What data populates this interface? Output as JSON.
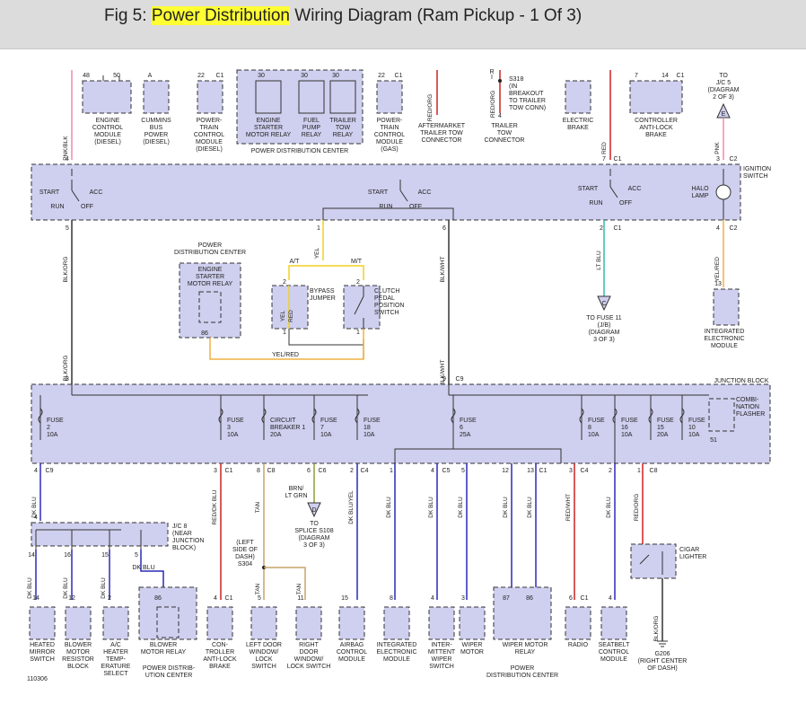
{
  "header": {
    "title_prefix": "Fig 5: ",
    "title_highlight": "Power Distribution",
    "title_suffix": " Wiring Diagram (Ram Pickup - 1 Of 3)"
  },
  "colors": {
    "fill": "#cfcfef",
    "red": "#cc2222",
    "pink": "#f28aa6",
    "yellow": "#f0d020",
    "blue": "#2a2ab8",
    "tan": "#c9a46a",
    "olive": "#8aa030",
    "teal": "#33bbaa",
    "orange_yel": "#f0b040"
  },
  "top": {
    "ecm": [
      "ENGINE",
      "CONTROL",
      "MODULE",
      "(DIESEL)"
    ],
    "ecm_pins": [
      "48",
      "50"
    ],
    "cummins": [
      "CUMMINS",
      "BUS",
      "POWER",
      "(DIESEL)"
    ],
    "cummins_pin": "A",
    "pcm": [
      "POWER-",
      "TRAIN",
      "CONTROL",
      "MODULE",
      "(DIESEL)"
    ],
    "pcm_pins": [
      "22",
      "C1"
    ],
    "relays": [
      [
        "ENGINE",
        "STARTER",
        "MOTOR RELAY"
      ],
      [
        "FUEL",
        "PUMP",
        "RELAY"
      ],
      [
        "TRAILER",
        "TOW",
        "RELAY"
      ]
    ],
    "relay_pins": [
      "30",
      "30",
      "30"
    ],
    "pdc_caption": "POWER DISTRIBUTION CENTER",
    "pcm_gas": [
      "POWER-",
      "TRAIN",
      "CONTROL",
      "MODULE",
      "(GAS)"
    ],
    "pcm_gas_pins": [
      "22",
      "C1"
    ],
    "aftermarket": [
      "AFTERMARKET",
      "TRAILER TOW",
      "CONNECTOR"
    ],
    "aftermarket_wire": "RED/ORG",
    "trailer_conn": [
      "TRAILER",
      "TOW",
      "CONNECTOR"
    ],
    "trailer_wire": "RED/ORG",
    "trailer_pins": [
      "R",
      "I",
      "4"
    ],
    "s318": [
      "S318",
      "(IN",
      "BREAKOUT",
      "TO TRAILER",
      "TOW CONN)"
    ],
    "brake": [
      "ELECTRIC",
      "BRAKE"
    ],
    "cab": [
      "CONTROLLER",
      "ANTI-LOCK",
      "BRAKE"
    ],
    "cab_pins": [
      "7",
      "14",
      "C1"
    ],
    "jc5": [
      "TO",
      "J/C 5",
      "(DIAGRAM",
      "2 OF 3)"
    ],
    "jc5_letter": "E",
    "left_wire": "PNK/BLK",
    "right_wire_red": "RED",
    "right_wire_pnk": "PNK"
  },
  "ignition": {
    "title": [
      "IGNITION",
      "SWITCH"
    ],
    "pins_top": [
      "4",
      "7",
      "C1",
      "3",
      "C2"
    ],
    "pins_bottom": [
      "5",
      "1",
      "6",
      "2",
      "C1",
      "4",
      "C2"
    ],
    "sw": [
      "START",
      "ACC",
      "RUN",
      "OFF"
    ],
    "halo": [
      "HALO",
      "LAMP"
    ]
  },
  "middle": {
    "pdc_title": [
      "POWER",
      "DISTRIBUTION CENTER"
    ],
    "relay": [
      "ENGINE",
      "STARTER",
      "MOTOR RELAY"
    ],
    "relay_pin": "86",
    "wire_blkorg": "BLK/ORG",
    "wire_yel": "YEL",
    "wire_blkwht": "BLK/WHT",
    "wire_ltblu": "LT BLU",
    "wire_yelred": "YEL/RED",
    "at": "A/T",
    "mt": "M/T",
    "bypass": [
      "BYPASS",
      "JUMPER"
    ],
    "bypass_wire": "YEL/RED",
    "clutch": [
      "CLUTCH",
      "PEDAL",
      "POSITION",
      "SWITCH"
    ],
    "fuse11": [
      "TO FUSE 11",
      "(J/B)",
      "(DIAGRAM",
      "3 OF 3)"
    ],
    "fuse11_letter": "C",
    "iem": [
      "INTEGRATED",
      "ELECTRONIC",
      "MODULE"
    ],
    "iem_pin": "13",
    "pins": [
      "2",
      "1",
      "2",
      "1",
      "86",
      "3",
      "9",
      "C9"
    ]
  },
  "junction": {
    "title": "JUNCTION BLOCK",
    "fuses": [
      [
        "FUSE",
        "2",
        "10A"
      ],
      [
        "FUSE",
        "3",
        "10A"
      ],
      [
        "CIRCUIT",
        "BREAKER 1",
        "20A"
      ],
      [
        "FUSE",
        "7",
        "10A"
      ],
      [
        "FUSE",
        "18",
        "10A"
      ],
      [
        "FUSE",
        "6",
        "25A"
      ],
      [
        "FUSE",
        "8",
        "10A"
      ],
      [
        "FUSE",
        "16",
        "10A"
      ],
      [
        "FUSE",
        "15",
        "20A"
      ],
      [
        "FUSE",
        "10",
        "10A"
      ]
    ],
    "flasher": [
      "COMBI-",
      "NATION",
      "FLASHER"
    ],
    "flasher_pin": "51"
  },
  "outputs": {
    "pins": [
      "4",
      "C9",
      "3",
      "C1",
      "8",
      "C8",
      "6",
      "C6",
      "2",
      "C4",
      "1",
      "4",
      "C5",
      "5",
      "12",
      "13",
      "C1",
      "3",
      "C4",
      "2",
      "1",
      "C8"
    ],
    "wires": [
      "DK BLU",
      "RED/DK BLU",
      "TAN",
      "BRN/ LT GRN",
      "DK BLU/YEL",
      "DK BLU",
      "DK BLU",
      "DK BLU",
      "DK BLU",
      "DK BLU",
      "RED/WHT",
      "DK BLU",
      "RED/ORG"
    ],
    "jc8": [
      "J/C 8",
      "(NEAR",
      "JUNCTION",
      "BLOCK)"
    ],
    "s108": [
      "TO",
      "SPLICE S108",
      "(DIAGRAM",
      "3 OF 3)"
    ],
    "s108_letter": "D",
    "s304": [
      "(LEFT",
      "SIDE OF",
      "DASH)",
      "S304"
    ],
    "tan": "TAN",
    "cigar": [
      "CIGAR",
      "LIGHTER"
    ],
    "ground": [
      "G206",
      "(RIGHT CENTER",
      "OF DASH)"
    ],
    "ground_wire": "BLK/ORG",
    "dk_blu_short": "DK BLU"
  },
  "bottom": {
    "components": [
      [
        "HEATED",
        "MIRROR",
        "SWITCH"
      ],
      [
        "BLOWER",
        "MOTOR",
        "RESISTOR",
        "BLOCK"
      ],
      [
        "A/C",
        "HEATER",
        "TEMP-",
        "ERATURE",
        "SELECT"
      ],
      [
        "BLOWER",
        "MOTOR RELAY"
      ],
      [
        "CON-",
        "TROLLER",
        "ANTI-LOCK",
        "BRAKE"
      ],
      [
        "LEFT DOOR",
        "WINDOW/",
        "LOCK",
        "SWITCH"
      ],
      [
        "RIGHT",
        "DOOR",
        "WINDOW/",
        "LOCK SWITCH"
      ],
      [
        "AIRBAG",
        "CONTROL",
        "MODULE"
      ],
      [
        "INTEGRATED",
        "ELECTRONIC",
        "MODULE"
      ],
      [
        "INTER-",
        "MITTENT",
        "WIPER",
        "SWITCH"
      ],
      [
        "WIPER",
        "MOTOR"
      ],
      [
        "WIPER MOTOR",
        "RELAY"
      ],
      [
        "RADIO"
      ],
      [
        "SEATBELT",
        "CONTROL",
        "MODULE"
      ]
    ],
    "pins": [
      "14",
      "16",
      "15",
      "5",
      "86",
      "4",
      "C1",
      "5",
      "11",
      "15",
      "8",
      "4",
      "3",
      "87",
      "86",
      "6",
      "C1",
      "4"
    ],
    "pdc_bottom1": [
      "POWER DISTRIB-",
      "UTION CENTER"
    ],
    "pdc_bottom2": [
      "POWER",
      "DISTRIBUTION CENTER"
    ],
    "code": "110306"
  }
}
